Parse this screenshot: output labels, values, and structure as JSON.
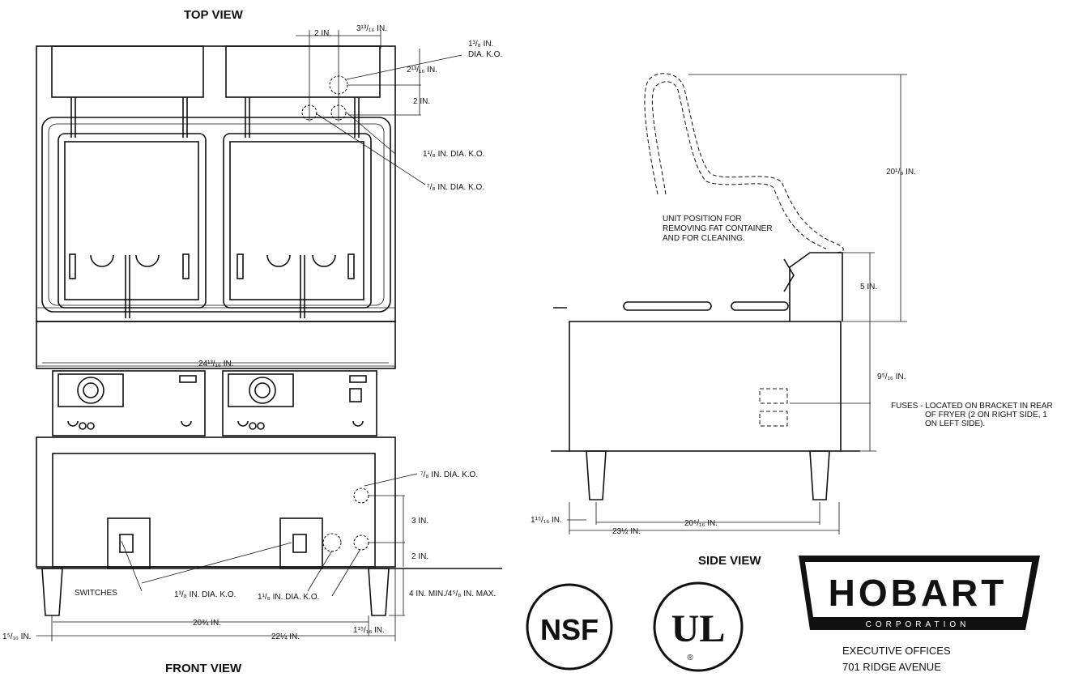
{
  "views": {
    "top": "TOP VIEW",
    "front": "FRONT VIEW",
    "side": "SIDE VIEW"
  },
  "dimensions": {
    "top_2in_a": "2 IN.",
    "top_3_13_16": "3¹³/₁₆ IN.",
    "top_1_3_8_dia": "1³/₈ IN.",
    "top_dia_ko": "DIA. K.O.",
    "top_2_13_16": "2¹³/₁₆ IN.",
    "top_2in_b": "2 IN.",
    "top_1_1_8_dia": "1¹/₈ IN. DIA. K.O.",
    "top_7_8_dia": "⁷/₈ IN. DIA. K.O.",
    "width_24_13_16": "24¹³/₁₆ IN.",
    "front_7_8_dia": "⁷/₈ IN. DIA. K.O.",
    "front_3in": "3 IN.",
    "front_2in": "2 IN.",
    "front_1_3_8_dia": "1³/₈ IN. DIA. K.O.",
    "front_1_1_8_dia": "1¹/₈ IN. DIA. K.O.",
    "legs": "4 IN. MIN./4⁵/₈ IN. MAX.",
    "front_20_3_4": "20¾ IN.",
    "front_1_15_16_right": "1¹⁵/₁₆ IN.",
    "front_1_5_16": "1⁵/₁₆ IN.",
    "front_22_1_4": "22¼ IN.",
    "side_20_1_8": "20¹/₈ IN.",
    "side_5in": "5 IN.",
    "side_9_5_16": "9⁵/₁₆ IN.",
    "side_1_15_16": "1¹⁵/₁₆ IN.",
    "side_20_5_16": "20⁵/₁₆ IN.",
    "side_23_1_2": "23½ IN."
  },
  "labels": {
    "switches": "SWITCHES",
    "unit_position_1": "UNIT POSITION FOR",
    "unit_position_2": "REMOVING FAT CONTAINER",
    "unit_position_3": "AND FOR CLEANING.",
    "fuses_1": "FUSES - LOCATED ON BRACKET IN REAR",
    "fuses_2": "OF FRYER (2 ON RIGHT SIDE, 1",
    "fuses_3": "ON LEFT SIDE)."
  },
  "logos": {
    "nsf": "NSF",
    "ul": "UL",
    "ul_registered": "®",
    "brand": "HOBART",
    "brand_sub": "CORPORATION"
  },
  "address": {
    "line1": "EXECUTIVE OFFICES",
    "line2": "701 RIDGE AVENUE"
  }
}
